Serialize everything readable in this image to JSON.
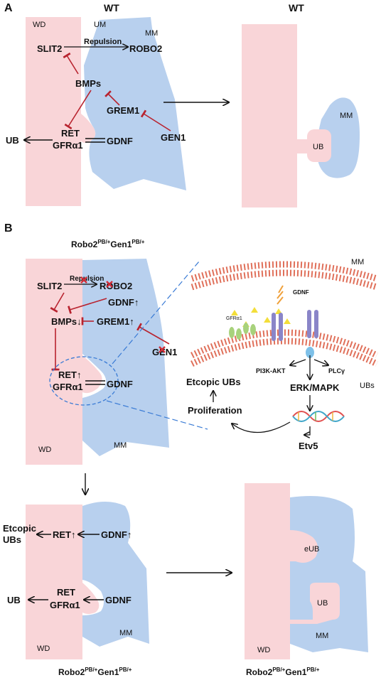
{
  "colors": {
    "duct": "#f9d5d8",
    "mesenchyme": "#b8d0ee",
    "inhibition": "#b8232f",
    "arrow": "#111111",
    "membrane_head": "#e0705a",
    "gdnf_ligand": "#f3de3a",
    "gfra1": "#a8d27c",
    "receptor": "#8a85c8",
    "dashed_link": "#3a7bd5"
  },
  "panelA": {
    "letter": "A",
    "left": {
      "title": "WT",
      "wd": "WD",
      "um": "UM",
      "mm": "MM",
      "slit2": "SLIT2",
      "repulsion": "Repulsion",
      "robo2": "ROBO2",
      "bmps": "BMPs",
      "grem1": "GREM1",
      "gen1": "GEN1",
      "ret": "RET",
      "gfra1": "GFRα1",
      "gdnf": "GDNF",
      "ub": "UB"
    },
    "right": {
      "title": "WT",
      "mm": "MM",
      "ub": "UB"
    }
  },
  "panelB": {
    "letter": "B",
    "genotype": {
      "base1": "Robo2",
      "sup1": "PB/+",
      "base2": "Gen1",
      "sup2": "PB/+"
    },
    "top": {
      "slit2": "SLIT2",
      "repulsion": "Repulsion",
      "robo2": "ROBO2",
      "gdnf_up": "GDNF↑",
      "bmps": "BMPs↓",
      "grem1": "GREM1↑",
      "gen1": "GEN1",
      "ret": "RET↑",
      "gfra1": "GFRα1",
      "gdnf": "GDNF",
      "wd": "WD",
      "mm": "MM"
    },
    "zoom": {
      "mm": "MM",
      "gdnf": "GDNF",
      "gfra1": "GFRα1",
      "pi3k": "PI3K-AKT",
      "plc": "PLCγ",
      "erk": "ERK/MAPK",
      "ubs": "UBs",
      "etv5": "Etv5",
      "ectopic": "Etcopic UBs",
      "proliferation": "Proliferation"
    },
    "bottomLeft": {
      "ectopic_line1": "Etcopic",
      "ectopic_line2": "UBs",
      "ret_up": "RET↑",
      "gdnf_up": "GDNF↑",
      "ub": "UB",
      "ret": "RET",
      "gfra1": "GFRα1",
      "gdnf": "GDNF",
      "mm": "MM",
      "wd": "WD"
    },
    "bottomRight": {
      "eub": "eUB",
      "ub": "UB",
      "mm": "MM",
      "wd": "WD"
    }
  }
}
